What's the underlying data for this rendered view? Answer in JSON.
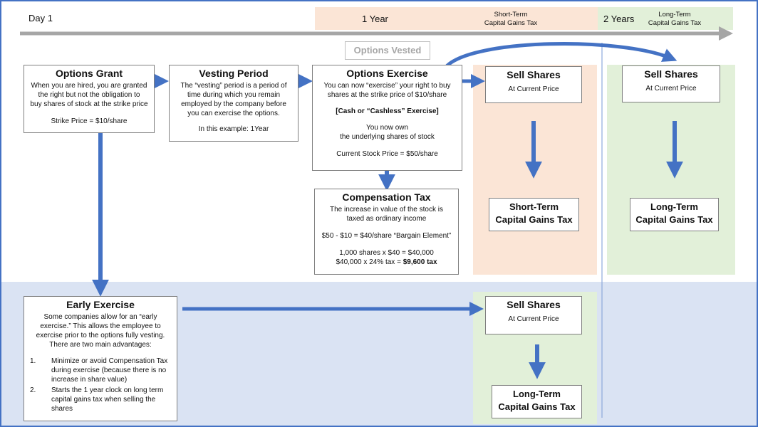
{
  "colors": {
    "frame_border": "#4472c4",
    "arrow_blue": "#4472c4",
    "timeline_gray": "#a6a6a6",
    "short_term_fill": "#fbe5d6",
    "long_term_fill": "#e2f0d9",
    "early_exercise_band": "#dae3f3",
    "vested_text": "#a6a6a6"
  },
  "timeline": {
    "day1": "Day 1",
    "year1": "1 Year",
    "year1_tax": [
      "Short-Term",
      "Capital Gains Tax"
    ],
    "year2": "2 Years",
    "year2_tax": [
      "Long-Term",
      "Capital Gains Tax"
    ],
    "vested_label": "Options Vested"
  },
  "grant": {
    "title": "Options Grant",
    "lines": [
      "When you are hired, you are granted",
      "the right but not the obligation to",
      "buy shares of stock at the strike price"
    ],
    "strike": "Strike Price = $10/share"
  },
  "vesting": {
    "title": "Vesting Period",
    "lines": [
      "The “vesting” period is a period of",
      "time during which you remain",
      "employed by the company before",
      "you can exercise the options."
    ],
    "example": "In this example: 1Year"
  },
  "exercise": {
    "title": "Options Exercise",
    "line1": "You can now “exercise” your right to buy",
    "line2": "shares at the strike price of $10/share",
    "method": "[Cash or “Cashless” Exercise]",
    "own1": "You now own",
    "own2": "the underlying shares of stock",
    "price": "Current Stock Price = $50/share"
  },
  "comp_tax": {
    "title": "Compensation Tax",
    "line1": "The increase in value of the stock is",
    "line2": "taxed as ordinary income",
    "calc1": "$50 - $10 = $40/share “Bargain Element”",
    "calc2": "1,000 shares x $40 = $40,000",
    "calc3": "$40,000 x 24% tax = ",
    "calc3_bold": "$9,600 tax"
  },
  "sell_short": {
    "title": "Sell Shares",
    "sub": "At Current Price",
    "tax": [
      "Short-Term",
      "Capital Gains Tax"
    ]
  },
  "sell_long": {
    "title": "Sell Shares",
    "sub": "At Current Price",
    "tax": [
      "Long-Term",
      "Capital Gains Tax"
    ]
  },
  "early": {
    "title": "Early Exercise",
    "lines": [
      "Some companies allow for an “early",
      "exercise.” This allows the employee to",
      "exercise prior to the options fully vesting.",
      "There are two main advantages:"
    ],
    "items": [
      {
        "num": "1.",
        "text": "Minimize or avoid Compensation Tax during exercise (because there is no increase in share value)"
      },
      {
        "num": "2.",
        "text": "Starts the 1 year clock on long term capital gains tax when selling the shares"
      }
    ]
  },
  "sell_early": {
    "title": "Sell Shares",
    "sub": "At Current Price",
    "tax": [
      "Long-Term",
      "Capital Gains Tax"
    ]
  }
}
